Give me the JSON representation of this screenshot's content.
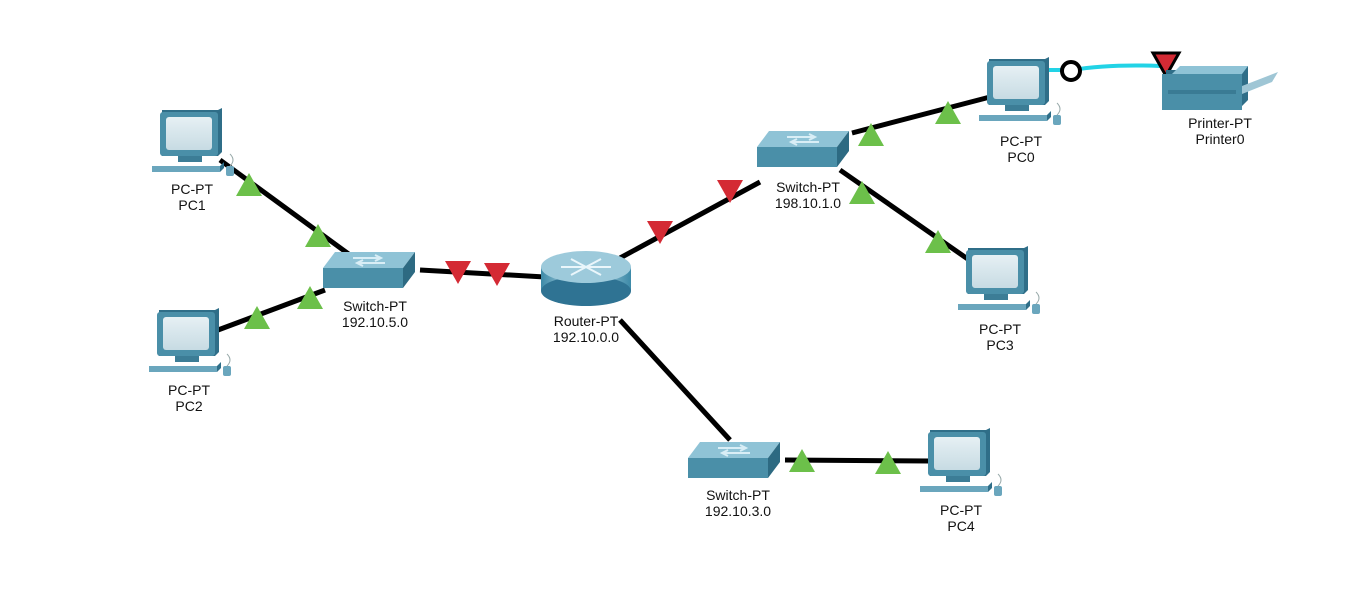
{
  "devices": {
    "pc1": {
      "type_label": "PC-PT",
      "name": "PC1"
    },
    "pc2": {
      "type_label": "PC-PT",
      "name": "PC2"
    },
    "sw5": {
      "type_label": "Switch-PT",
      "name": "192.10.5.0"
    },
    "router": {
      "type_label": "Router-PT",
      "name": "192.10.0.0"
    },
    "sw1": {
      "type_label": "Switch-PT",
      "name": "198.10.1.0"
    },
    "pc0": {
      "type_label": "PC-PT",
      "name": "PC0"
    },
    "printer": {
      "type_label": "Printer-PT",
      "name": "Printer0"
    },
    "pc3": {
      "type_label": "PC-PT",
      "name": "PC3"
    },
    "sw3": {
      "type_label": "Switch-PT",
      "name": "192.10.3.0"
    },
    "pc4": {
      "type_label": "PC-PT",
      "name": "PC4"
    }
  },
  "colors": {
    "link": "#000000",
    "console_link": "#22d3e6",
    "port_up": "#6cc04a",
    "port_down": "#d42a34",
    "device_body": "#4a8fa8"
  }
}
